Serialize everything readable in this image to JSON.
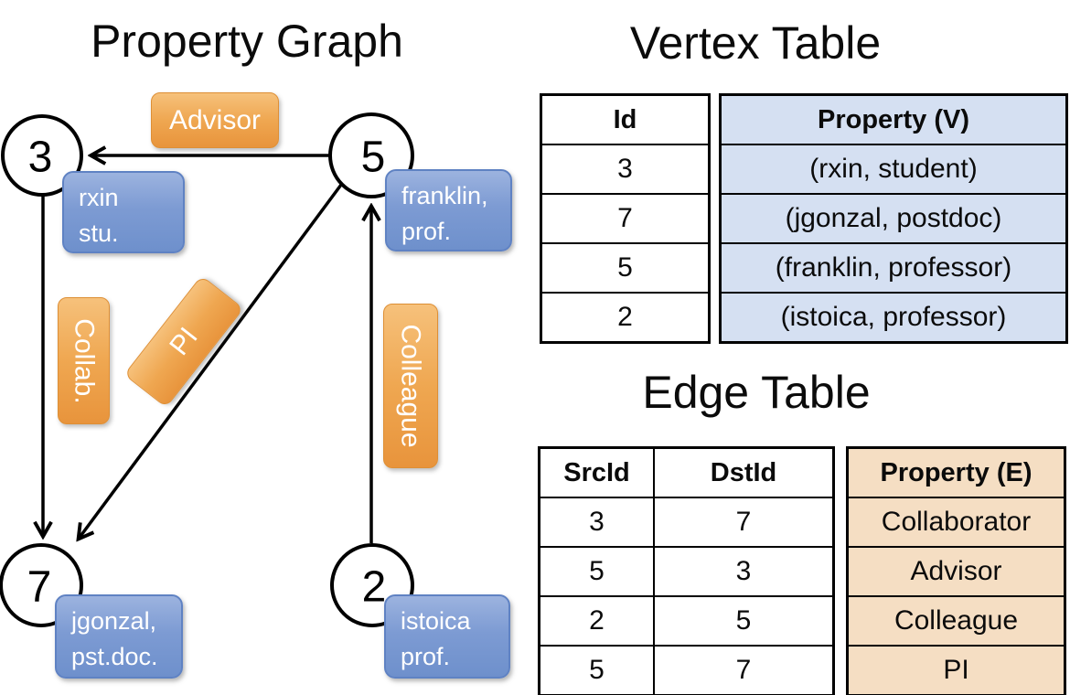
{
  "graph": {
    "title": "Property Graph",
    "nodes": [
      {
        "id": "3"
      },
      {
        "id": "5"
      },
      {
        "id": "7"
      },
      {
        "id": "2"
      }
    ],
    "edge_labels": {
      "advisor": "Advisor",
      "collab": "Collab.",
      "pi": "PI",
      "colleague": "Colleague"
    },
    "vertex_props": {
      "rxin": "rxin\nstu.",
      "franklin": "franklin,\nprof.",
      "jgonzal": "jgonzal,\npst.doc.",
      "istoica": "istoica\nprof."
    }
  },
  "vertex_table": {
    "title": "Vertex Table",
    "id_header": "Id",
    "prop_header": "Property (V)",
    "rows": [
      {
        "id": "3",
        "prop": "(rxin, student)"
      },
      {
        "id": "7",
        "prop": "(jgonzal, postdoc)"
      },
      {
        "id": "5",
        "prop": "(franklin, professor)"
      },
      {
        "id": "2",
        "prop": "(istoica, professor)"
      }
    ]
  },
  "edge_table": {
    "title": "Edge Table",
    "src_header": "SrcId",
    "dst_header": "DstId",
    "prop_header": "Property (E)",
    "rows": [
      {
        "src": "3",
        "dst": "7",
        "prop": "Collaborator"
      },
      {
        "src": "5",
        "dst": "3",
        "prop": "Advisor"
      },
      {
        "src": "2",
        "dst": "5",
        "prop": "Colleague"
      },
      {
        "src": "5",
        "dst": "7",
        "prop": "PI"
      }
    ]
  },
  "colors": {
    "edge_label_orange": "#EFA751",
    "vertex_prop_blue": "#7D9BD3",
    "vertex_cell_blue": "#D5E0F2",
    "edge_cell_tan": "#F5DEC3",
    "line_black": "#000000"
  }
}
